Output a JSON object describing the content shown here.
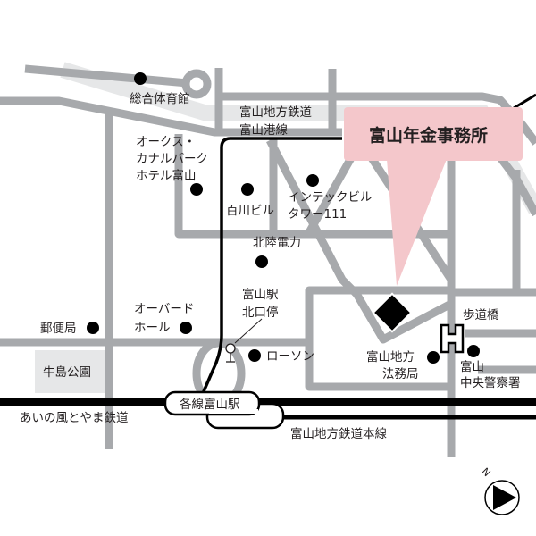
{
  "colors": {
    "road": "#a7a9ac",
    "band": "#e6e7e8",
    "callout": "#f4c7cb",
    "rail": "#000000"
  },
  "destination": {
    "label": "富山年金事務所"
  },
  "landmarks": {
    "gym": "総合体育館",
    "tetsudo_line1": "富山地方鉄道",
    "tetsudo_line2": "富山港線",
    "hotel1": "オークス・",
    "hotel2": "カナルパーク",
    "hotel3": "ホテル富山",
    "momokawa": "百川ビル",
    "intec1": "インテックビル",
    "intec2": "タワー111",
    "hokuriku": "北陸電力",
    "busstop1": "富山駅",
    "busstop2": "北口停",
    "aubade1": "オーバード",
    "aubade2": "ホール",
    "post": "郵便局",
    "lawson": "ローソン",
    "legal1": "富山地方",
    "legal2": "法務局",
    "footbridge": "歩道橋",
    "police1": "富山",
    "police2": "中央警察署",
    "park": "牛島公園",
    "ainokaze": "あいの風とやま鉄道",
    "station": "各線富山駅",
    "honsen": "富山地方鉄道本線"
  },
  "compass": {
    "north": "N"
  },
  "icons": [
    "bus-stop-icon",
    "footbridge-icon",
    "compass-icon"
  ]
}
